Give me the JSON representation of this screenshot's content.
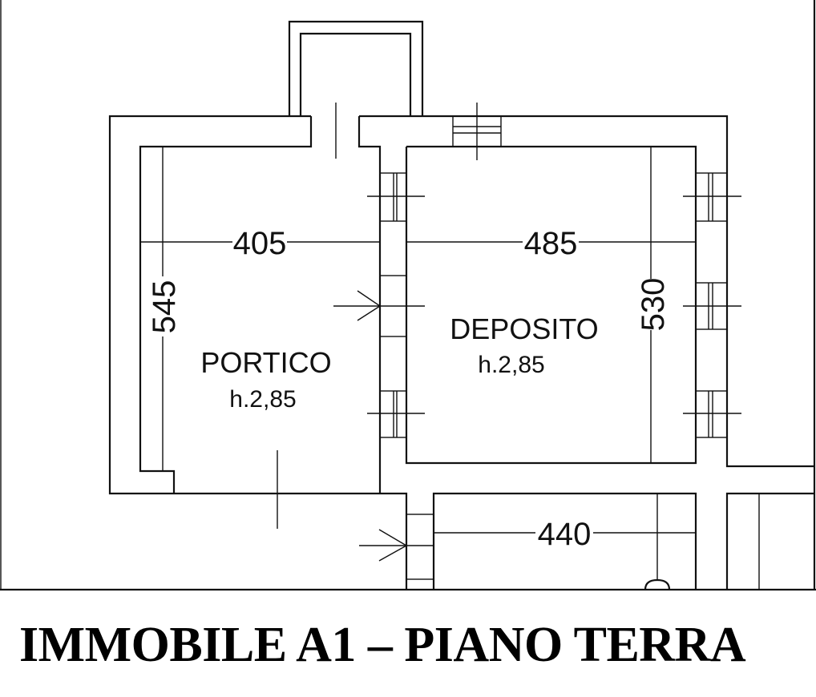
{
  "title": "IMMOBILE A1 – PIANO TERRA",
  "rooms": [
    {
      "name": "PORTICO",
      "height": "h.2,85"
    },
    {
      "name": "DEPOSITO",
      "height": "h.2,85"
    }
  ],
  "dimensions": {
    "portico_width": "405",
    "portico_depth": "545",
    "deposito_width": "485",
    "deposito_depth": "530",
    "lower_room_width": "440"
  }
}
